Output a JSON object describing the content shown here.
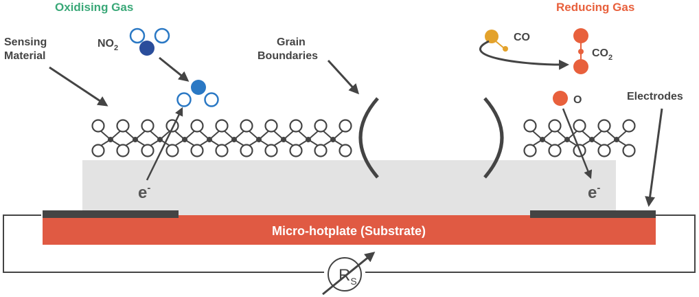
{
  "labels": {
    "oxidising_gas": "Oxidising Gas",
    "reducing_gas": "Reducing Gas",
    "sensing_material_line1": "Sensing",
    "sensing_material_line2": "Material",
    "grain_line1": "Grain",
    "grain_line2": "Boundaries",
    "electrodes": "Electrodes",
    "substrate": "Micro-hotplate (Substrate)",
    "no2_main": "NO",
    "no2_sub": "2",
    "co": "CO",
    "co2_main": "CO",
    "co2_sub": "2",
    "o": "O",
    "electron": "e",
    "electron_sup": "-",
    "resistance_main": "R",
    "resistance_sub": "S"
  },
  "colors": {
    "oxidising": "#3aa878",
    "reducing": "#e8603c",
    "substrate": "#e05a43",
    "layer": "#e3e3e3",
    "electrode": "#444444",
    "arrow": "#444444",
    "molecule_blue": "#2a78c4",
    "molecule_dark_blue": "#2a4d9b",
    "molecule_orange": "#e38a2c",
    "molecule_red_orange": "#e8603c"
  }
}
